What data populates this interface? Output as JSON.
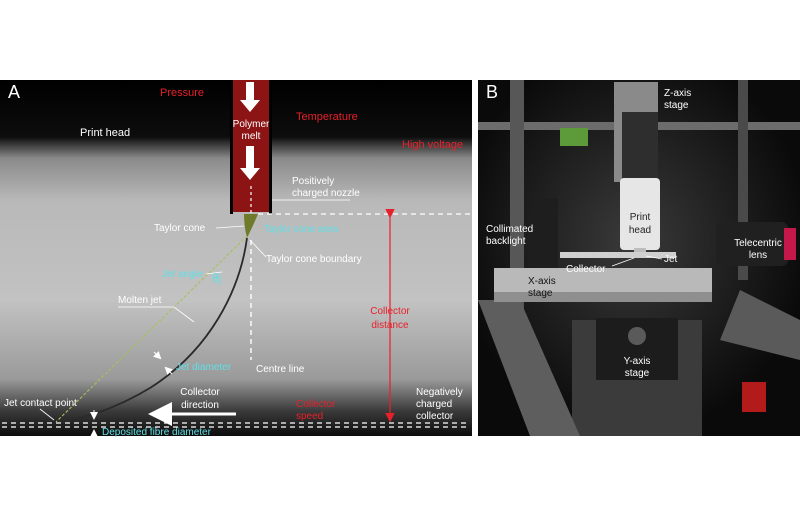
{
  "colors": {
    "label_white": "#ffffff",
    "label_red": "#e8202a",
    "label_cyan": "#5fe0e6",
    "nozzle": "#8c1414",
    "cone": "#6f7b2a",
    "jet_angle_line": "#a4c25a"
  },
  "panel_a": {
    "letter": "A",
    "pressure": "Pressure",
    "temperature": "Temperature",
    "high_voltage": "High voltage",
    "print_head": "Print head",
    "polymer_melt": [
      "Polymer",
      "melt"
    ],
    "positively_charged_nozzle": [
      "Positively",
      "charged nozzle"
    ],
    "taylor_cone": "Taylor cone",
    "taylor_cone_area": "Taylor cone area",
    "taylor_cone_boundary": "Taylor cone boundary",
    "jet_angle": "Jet angle",
    "theta_symbol": "θj",
    "molten_jet": "Molten jet",
    "collector_distance": [
      "Collector",
      "distance"
    ],
    "jet_diameter": "Jet diameter",
    "centre_line": "Centre line",
    "collector_direction": [
      "Collector",
      "direction"
    ],
    "collector_speed": [
      "Collector",
      "speed"
    ],
    "negatively_charged_collector": [
      "Negatively",
      "charged",
      "collector"
    ],
    "jet_contact_point": "Jet contact point",
    "deposited_fibre_diameter": "Deposited fibre diameter"
  },
  "panel_b": {
    "letter": "B",
    "z_axis_stage": [
      "Z-axis",
      "stage"
    ],
    "collimated_backlight": [
      "Collimated",
      "backlight"
    ],
    "print_head": [
      "Print",
      "head"
    ],
    "telecentric_lens": [
      "Telecentric",
      "lens"
    ],
    "collector": "Collector",
    "jet": "Jet",
    "x_axis_stage": [
      "X-axis",
      "stage"
    ],
    "y_axis_stage": [
      "Y-axis",
      "stage"
    ]
  }
}
